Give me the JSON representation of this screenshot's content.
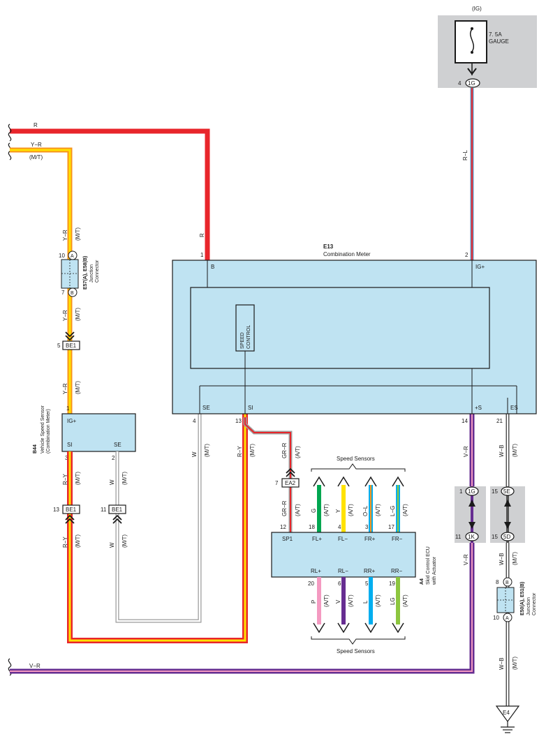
{
  "fuse": {
    "supply": "(IG)",
    "rating": "7. 5A",
    "name": "GAUGE",
    "connector_pin": "4",
    "connector": "1G"
  },
  "meter": {
    "code": "E13",
    "name": "Combination Meter",
    "pin_b_num": "1",
    "pin_b": "B",
    "pin_ig_num": "2",
    "pin_ig": "IG+",
    "pin_se_num": "4",
    "pin_se": "SE",
    "pin_si_num": "13",
    "pin_si": "SI",
    "pin_s_num": "14",
    "pin_s": "+S",
    "pin_es_num": "21",
    "pin_es": "ES",
    "inner_label_1": "SPEED",
    "inner_label_2": "CONTROL"
  },
  "junction_top": {
    "code": "E57(A), E58(B)",
    "name_1": "Junction",
    "name_2": "Connector",
    "pin_a_num": "10",
    "pin_a": "A",
    "pin_b_num": "7",
    "pin_b": "B"
  },
  "junction_bottom": {
    "code": "E50(A), E51(B)",
    "name_1": "Junction",
    "name_2": "Connector",
    "pin_b_num": "8",
    "pin_b": "B",
    "pin_a_num": "10",
    "pin_a": "A"
  },
  "speed_sensor": {
    "code": "B44",
    "name_1": "Vehicle Speed Sensor",
    "name_2": "(Combination Meter)",
    "pin_ig_num": "1",
    "pin_ig": "IG+",
    "pin_si_num": "3",
    "pin_si": "SI",
    "pin_se_num": "2",
    "pin_se": "SE"
  },
  "ecu": {
    "code": "A4",
    "name_1": "Skid Control ECU",
    "name_2": "with Actuator",
    "top_pins": [
      {
        "num": "12",
        "name": "SP1"
      },
      {
        "num": "18",
        "name": "FL+"
      },
      {
        "num": "4",
        "name": "FL−"
      },
      {
        "num": "3",
        "name": "FR+"
      },
      {
        "num": "17",
        "name": "FR−"
      }
    ],
    "bottom_pins": [
      {
        "num": "20",
        "name": "RL+"
      },
      {
        "num": "6",
        "name": "RL−"
      },
      {
        "num": "5",
        "name": "RR+"
      },
      {
        "num": "19",
        "name": "RR−"
      }
    ],
    "top_wires": [
      {
        "color": "G",
        "note": "(A/T)"
      },
      {
        "color": "Y",
        "note": "(A/T)"
      },
      {
        "color": "O−L",
        "note": "(A/T)"
      },
      {
        "color": "L−G",
        "note": "(A/T)"
      }
    ],
    "bottom_wires": [
      {
        "color": "P",
        "note": "(A/T)"
      },
      {
        "color": "V",
        "note": "(A/T)"
      },
      {
        "color": "L",
        "note": "(A/T)"
      },
      {
        "color": "LG",
        "note": "(A/T)"
      }
    ]
  },
  "speed_sensors_label": "Speed Sensors",
  "connectors": {
    "be1_a_pin": "5",
    "be1_a": "BE1",
    "be1_b_pin": "13",
    "be1_b": "BE1",
    "be1_c_pin": "11",
    "be1_c": "BE1",
    "ea2_pin": "7",
    "ea2": "EA2",
    "c1g_pin": "1",
    "c1g": "1G",
    "c1k_pin": "11",
    "c1k": "1K",
    "c5e_pin": "15",
    "c5e": "5E",
    "c5d_pin": "15",
    "c5d": "5D"
  },
  "ground": "E4",
  "wires": {
    "r_top": "R",
    "yr_top": "Y−R",
    "mt": "(M/T)",
    "at": "(A/T)",
    "rl": "R−L",
    "r": "R",
    "yr": "Y−R",
    "ry": "R−Y",
    "w": "W",
    "grr": "GR−R",
    "vr": "V−R",
    "wb": "W−B"
  },
  "colors": {
    "red": "#e8262b",
    "yellow": "#ffe200",
    "orange": "#f7941d",
    "box": "#bfe3f2",
    "gray": "#cfd0d2",
    "green": "#00a650",
    "blue": "#00aeef",
    "purple": "#662d91",
    "pink": "#f49ac1",
    "lightgreen": "#8dc63f",
    "lightblue": "#6dcff6"
  }
}
